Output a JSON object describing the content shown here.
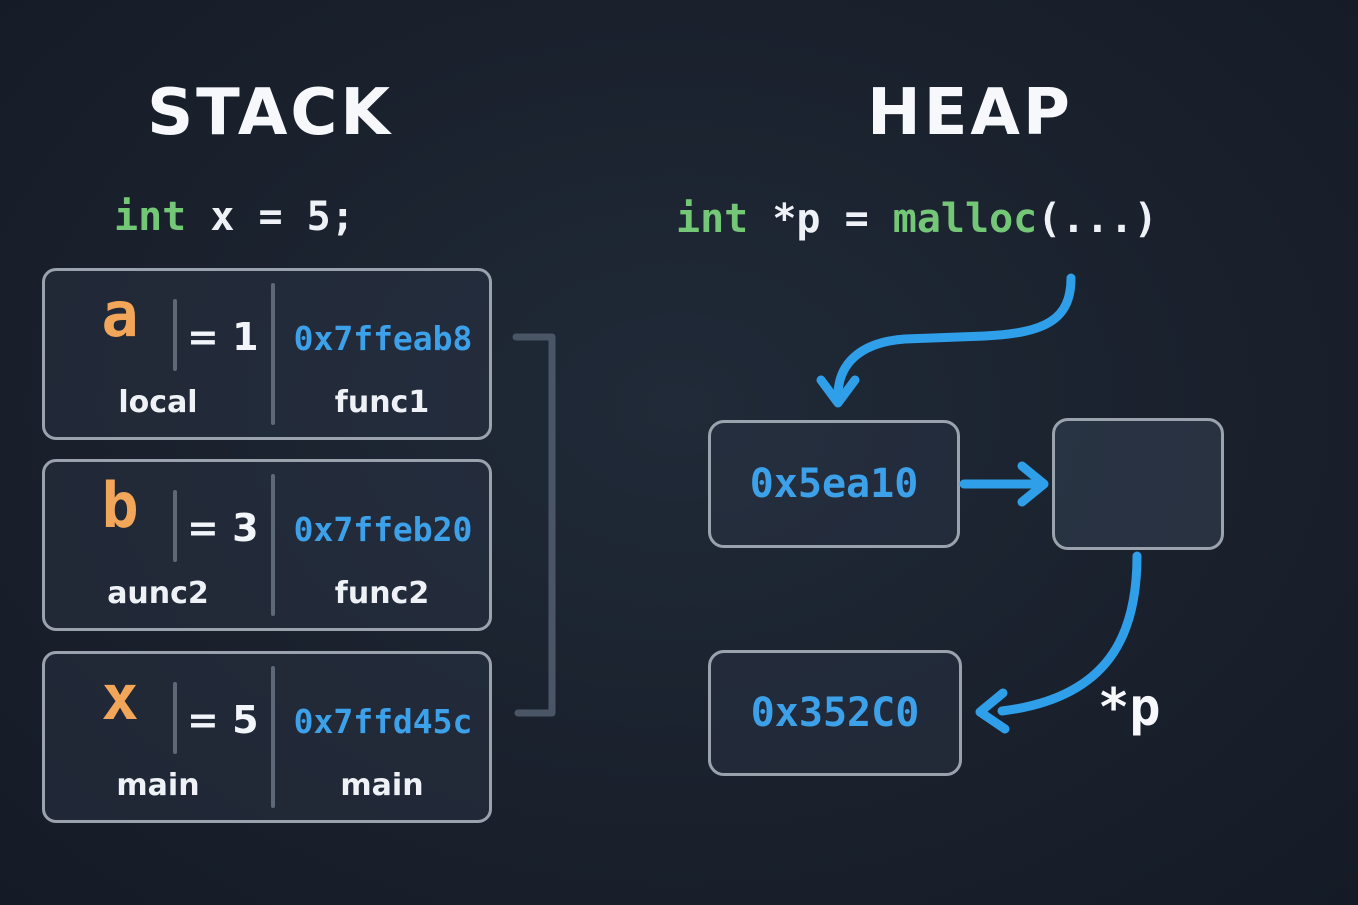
{
  "colors": {
    "background": "#1a212d",
    "box_border": "#9aa3ad",
    "accent_blue": "#3da1ea",
    "accent_orange": "#f2a65a",
    "accent_green": "#74c776",
    "text": "#f2f5f9",
    "divider": "#5d6878",
    "bracket": "#4a5666"
  },
  "stack": {
    "title": "STACK",
    "code": {
      "keyword": "int",
      "rest": " x = 5;"
    },
    "frames": [
      {
        "var": "a",
        "value": "= 1",
        "address": "0x7ffeab8",
        "scope": "local",
        "func": "func1"
      },
      {
        "var": "b",
        "value": "= 3",
        "address": "0x7ffeb20",
        "scope": "aunc2",
        "func": "func2"
      },
      {
        "var": "x",
        "value": "= 5",
        "address": "0x7ffd45c",
        "scope": "main",
        "func": "main"
      }
    ]
  },
  "heap": {
    "title": "HEAP",
    "code": {
      "kw1": "int",
      "mid": " *p = ",
      "kw2": "malloc",
      "tail": "(...)"
    },
    "boxes": [
      {
        "label": "0x5ea10"
      },
      {
        "label": ""
      },
      {
        "label": "0x352C0"
      }
    ],
    "pointer_label": "*p"
  }
}
